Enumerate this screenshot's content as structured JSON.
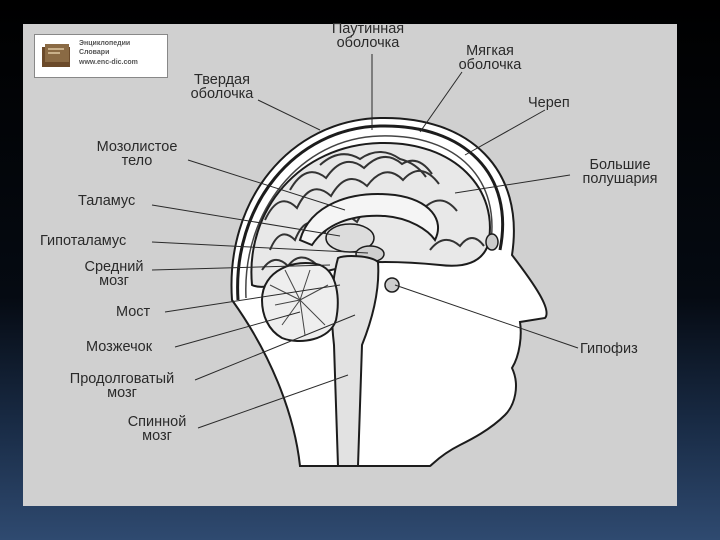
{
  "logo": {
    "line1": "Энциклопедии",
    "line2": "Словари",
    "line3": "www.enc-dic.com"
  },
  "labels": {
    "arachnoid": [
      "Паутинная",
      "оболочка"
    ],
    "pia": [
      "Мягкая",
      "оболочка"
    ],
    "dura": [
      "Твердая",
      "оболочка"
    ],
    "skull": "Череп",
    "corpus_callosum": [
      "Мозолистое",
      "тело"
    ],
    "hemispheres": [
      "Большие",
      "полушария"
    ],
    "thalamus": "Таламус",
    "hypothalamus": "Гипоталамус",
    "midbrain": [
      "Средний",
      "мозг"
    ],
    "pons": "Мост",
    "cerebellum": "Мозжечок",
    "pituitary": "Гипофиз",
    "medulla": [
      "Продолговатый",
      "мозг"
    ],
    "spinal_cord": [
      "Спинной",
      "мозг"
    ]
  }
}
